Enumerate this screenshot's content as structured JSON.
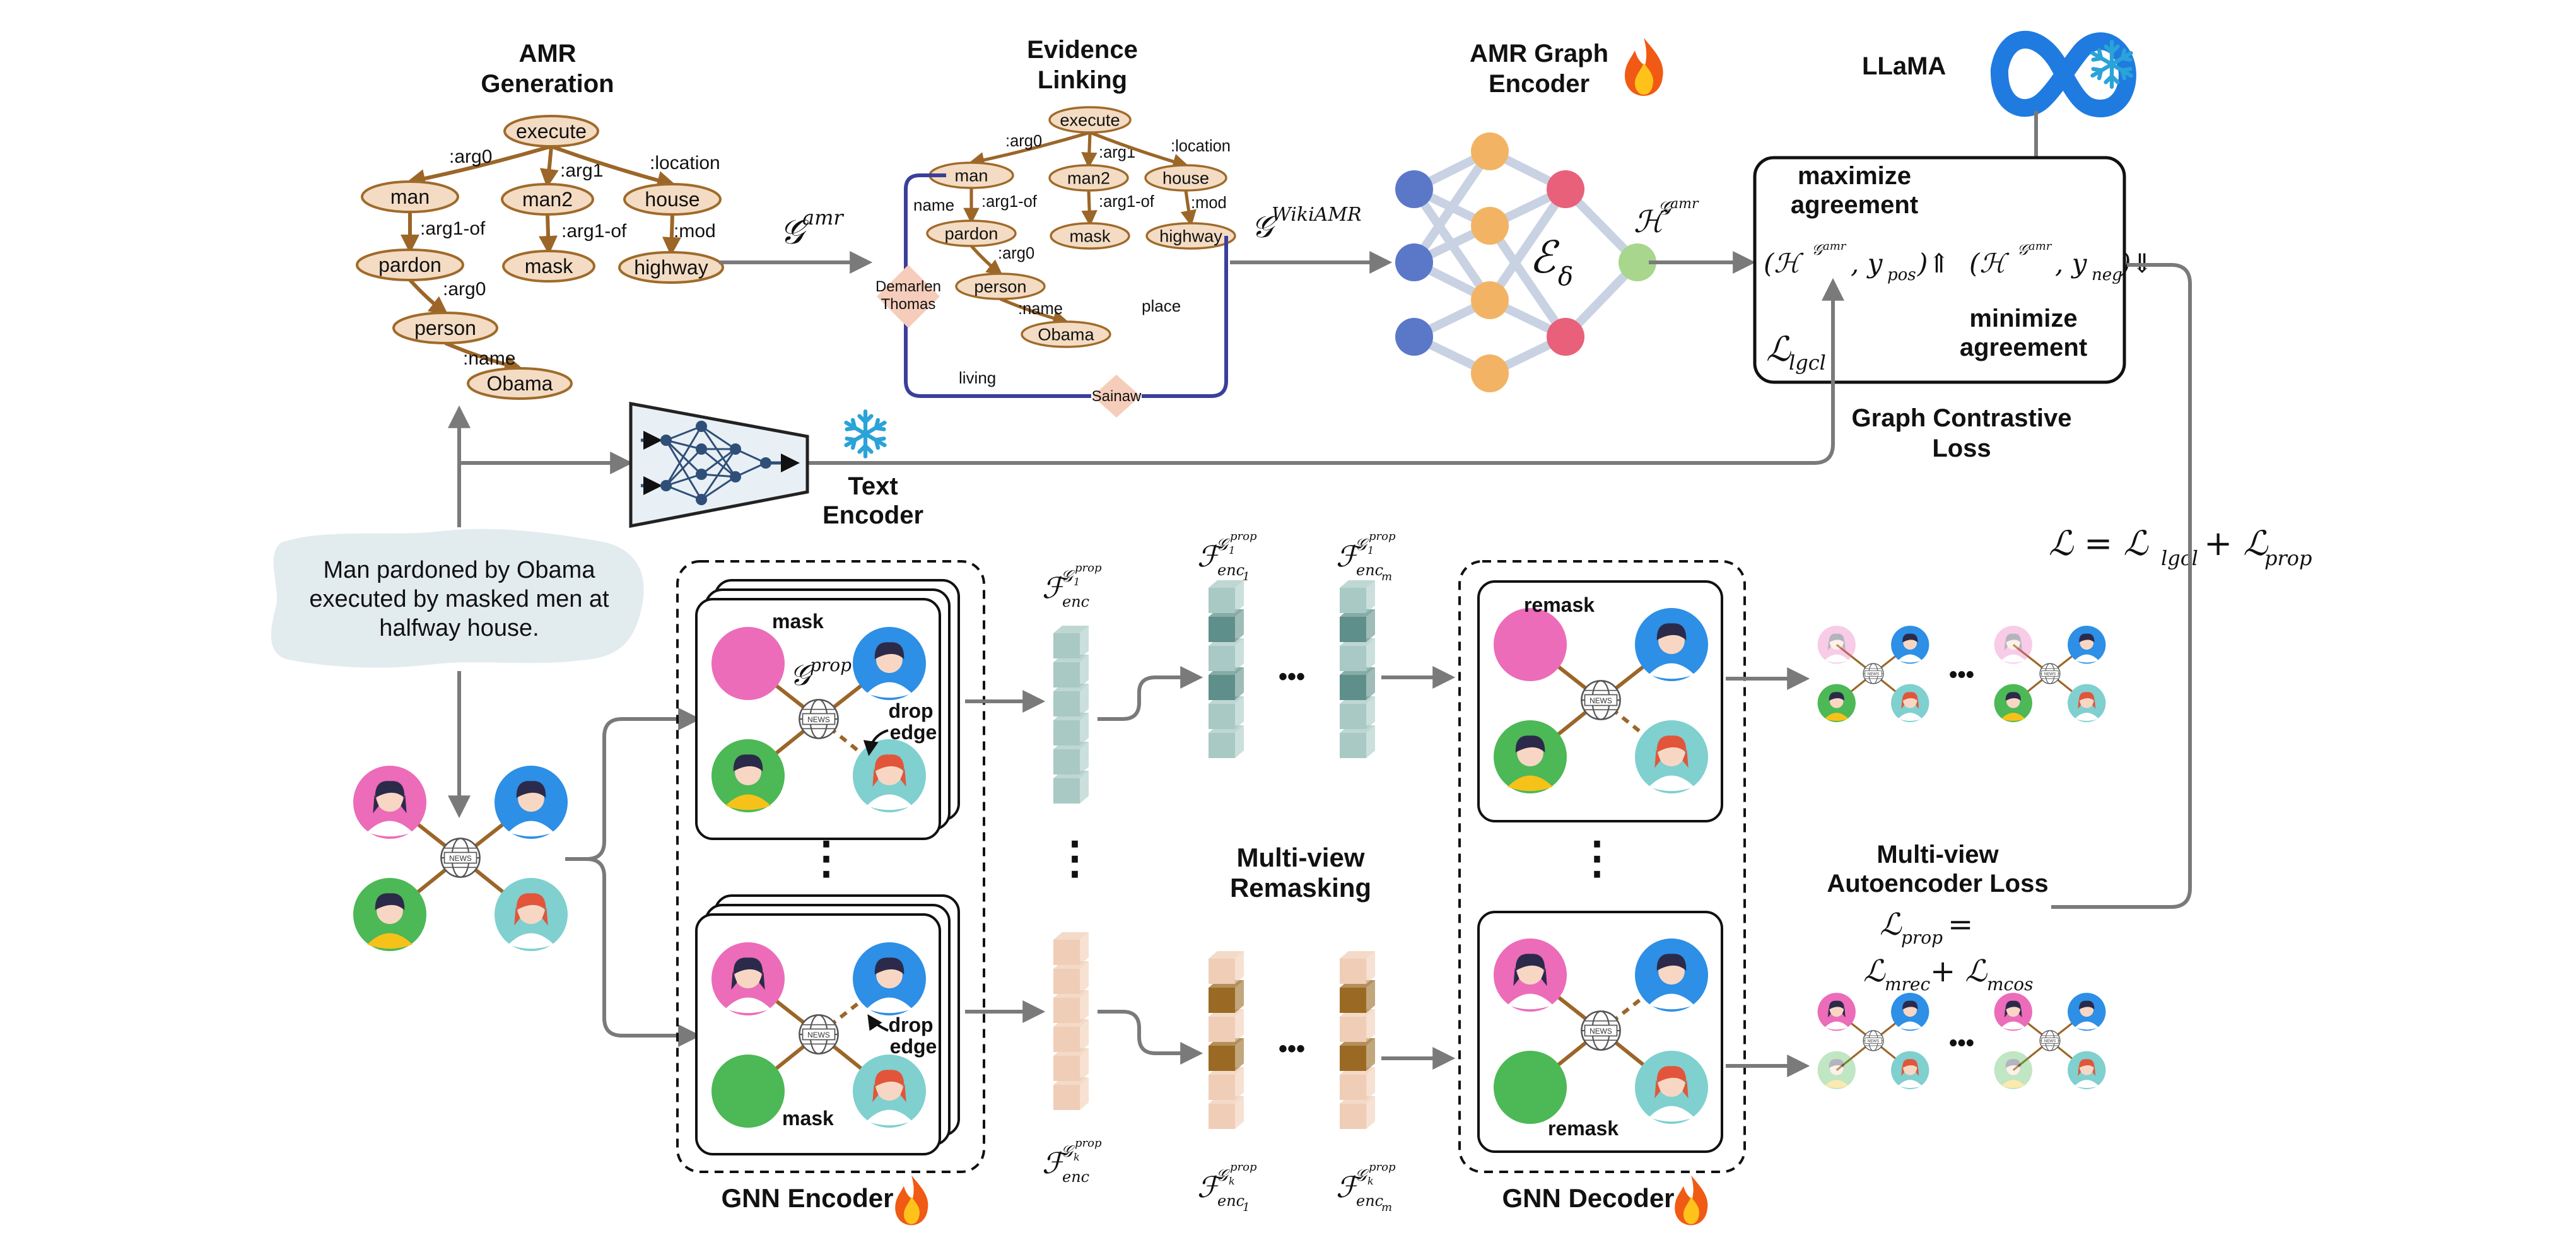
{
  "labels": {
    "amr_generation": [
      "AMR",
      "Generation"
    ],
    "evidence_linking": [
      "Evidence",
      "Linking"
    ],
    "amr_graph_encoder": [
      "AMR Graph",
      "Encoder"
    ],
    "llama": "LLaMA",
    "maximize": [
      "maximize",
      "agreement"
    ],
    "minimize": [
      "minimize",
      "agreement"
    ],
    "graph_contrastive_loss": [
      "Graph Contrastive",
      "Loss"
    ],
    "text_encoder": [
      "Text",
      "Encoder"
    ],
    "input_text": [
      "Man pardoned by Obama",
      "executed by masked men at",
      "halfway house."
    ],
    "gnn_encoder": "GNN Encoder",
    "gnn_decoder": "GNN Decoder",
    "multiview_remasking": [
      "Multi-view",
      "Remasking"
    ],
    "multiview_ae_loss": [
      "Multi-view",
      "Autoencoder Loss"
    ],
    "mask": "mask",
    "remask": "remask",
    "drop_edge": [
      "drop",
      "edge"
    ],
    "news": "NEWS",
    "ellipsis": "•••",
    "vdots": "⋮"
  },
  "math": {
    "g_amr": "𝒢",
    "g_amr_sup": "amr",
    "g_wiki": "𝒢",
    "g_wiki_sup": "WikiAMR",
    "h_amr": "ℋ",
    "h_amr_sup": "𝒢",
    "h_amr_supsup": "amr",
    "encoder": "ℰ",
    "encoder_sub": "δ",
    "pos_term": "(ℋ",
    "pos_tail": ", y",
    "pos_sub": "pos",
    "pos_end": ")⇑",
    "neg_tail": ", y",
    "neg_sub": "neg",
    "neg_end": ")⇓",
    "l_lgcl": "ℒ",
    "l_lgcl_sub": "lgcl",
    "total_loss": "ℒ = ℒ",
    "total_sub1": "lgcl",
    "total_plus": " + ℒ",
    "total_sub2": "prop",
    "l_prop": "ℒ",
    "l_prop_sub": "prop",
    "l_prop_eq": " =",
    "l_mrec": "ℒ",
    "l_mrec_sub": "mrec",
    "l_plus": " + ℒ",
    "l_mcos_sub": "mcos",
    "g_prop": "𝒢",
    "g_prop_sup": "prop",
    "f_enc": "ℱ",
    "f_enc_sub": "enc",
    "f_enc1_sub": "enc",
    "f_enc1_subsub": "1",
    "f_encm_sub": "enc",
    "f_encm_subsub": "m",
    "g1_sup": "𝒢",
    "g1_supsub": "1",
    "gk_supsub": "k",
    "prop_sup": "prop"
  },
  "amr_tree": {
    "nodes": [
      "execute",
      "man",
      "man2",
      "house",
      "pardon",
      "mask",
      "highway",
      "person",
      "Obama"
    ],
    "edges": [
      ":arg0",
      ":arg1",
      ":location",
      ":arg1-of",
      ":arg1-of",
      ":mod",
      ":arg0",
      ":name"
    ]
  },
  "evidence": {
    "nodes": [
      "execute",
      "man",
      "man2",
      "house",
      "pardon",
      "mask",
      "highway",
      "person",
      "Obama"
    ],
    "edges": [
      ":arg0",
      ":arg1",
      ":location",
      ":arg1-of",
      ":arg1-of",
      ":mod",
      ":arg0",
      ":name"
    ],
    "wiki_nodes": [
      "Demarlen",
      "Thomas",
      "Sainaw"
    ],
    "wiki_edges": [
      "name",
      "place",
      "living"
    ]
  },
  "colors": {
    "amr_node_fill": "#f3dcc3",
    "amr_node_stroke": "#a06a2a",
    "amr_edge": "#9b6628",
    "wiki_edge": "#3b3f9a",
    "wiki_node": "#f6cdbb",
    "gnn_blue": "#5b78c8",
    "gnn_orange": "#f2b464",
    "gnn_red": "#e8607a",
    "gnn_green": "#a8d68c",
    "gnn_edge": "#c9d2e2",
    "arrow": "#7a7a7a",
    "llama_blue": "#1f7be0",
    "snow": "#2aa3d8",
    "fire": "#f05a14",
    "feat_teal": "#a9c9c4",
    "feat_teal_dark": "#5f8f8a",
    "feat_peach": "#f0cdb6",
    "feat_brown": "#9a6a24"
  }
}
